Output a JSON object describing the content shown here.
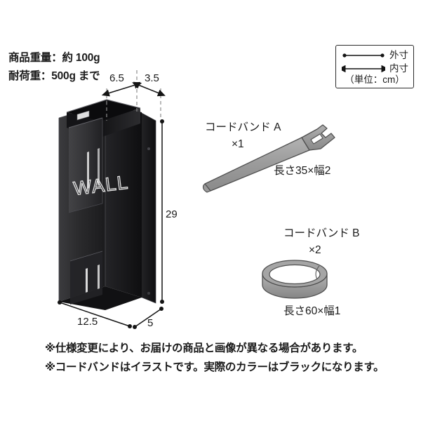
{
  "specs": {
    "weight": "商品重量：約 100g",
    "load": "耐荷重：500g まで"
  },
  "legend": {
    "outer_label": "外寸",
    "inner_label": "内寸",
    "unit": "（単位：cm）"
  },
  "product_dimensions": {
    "inner_left": "6.5",
    "inner_right": "3.5",
    "height": "29",
    "width": "12.5",
    "depth": "5",
    "logo": "WALL"
  },
  "accessories": [
    {
      "title": "コードバンド A",
      "count": "×1",
      "size": "長さ35×幅2"
    },
    {
      "title": "コードバンド B",
      "count": "×2",
      "size": "長さ60×幅1"
    }
  ],
  "notes": [
    "※仕様変更により、お届けの商品と画像が異なる場合があります。",
    "※コードバンドはイラストです。実際のカラーはブラックになります。"
  ],
  "colors": {
    "background": "#ffffff",
    "product_body": "#2b2b2d",
    "product_dark": "#161618",
    "product_light": "#4a4a4d",
    "band_fill": "#9b9b9b",
    "band_stroke": "#4f4f4f",
    "line": "#141414",
    "dashed_guide": "#8d8d8d"
  }
}
